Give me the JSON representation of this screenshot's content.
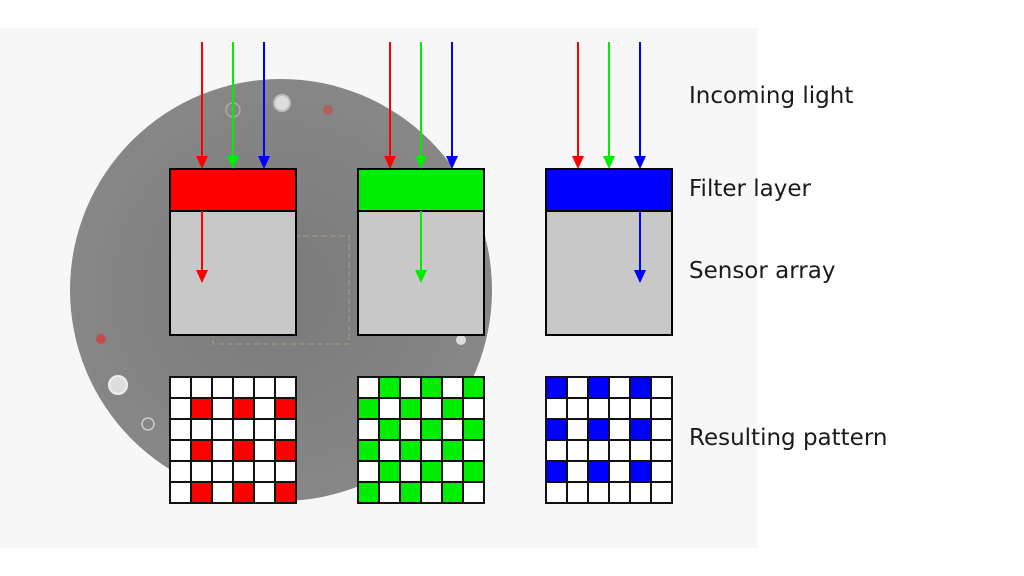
{
  "labels": {
    "incoming_light": "Incoming light",
    "filter_layer": "Filter layer",
    "sensor_array": "Sensor array",
    "resulting_pattern": "Resulting pattern"
  },
  "colors": {
    "red": "#ff0000",
    "green": "#00ee00",
    "blue": "#0000ff",
    "sensor": "#c8c8c8",
    "camera_body": "#808080",
    "background_photo": "#f7f7f7"
  },
  "columns": [
    {
      "name": "red",
      "filter_color": "#ff0000",
      "passed_light": "red",
      "pattern": [
        [
          0,
          0,
          0,
          0,
          0,
          0
        ],
        [
          0,
          1,
          0,
          1,
          0,
          1
        ],
        [
          0,
          0,
          0,
          0,
          0,
          0
        ],
        [
          0,
          1,
          0,
          1,
          0,
          1
        ],
        [
          0,
          0,
          0,
          0,
          0,
          0
        ],
        [
          0,
          1,
          0,
          1,
          0,
          1
        ]
      ]
    },
    {
      "name": "green",
      "filter_color": "#00ee00",
      "passed_light": "green",
      "pattern": [
        [
          0,
          1,
          0,
          1,
          0,
          1
        ],
        [
          1,
          0,
          1,
          0,
          1,
          0
        ],
        [
          0,
          1,
          0,
          1,
          0,
          1
        ],
        [
          1,
          0,
          1,
          0,
          1,
          0
        ],
        [
          0,
          1,
          0,
          1,
          0,
          1
        ],
        [
          1,
          0,
          1,
          0,
          1,
          0
        ]
      ]
    },
    {
      "name": "blue",
      "filter_color": "#0000ff",
      "passed_light": "blue",
      "pattern": [
        [
          1,
          0,
          1,
          0,
          1,
          0
        ],
        [
          0,
          0,
          0,
          0,
          0,
          0
        ],
        [
          1,
          0,
          1,
          0,
          1,
          0
        ],
        [
          0,
          0,
          0,
          0,
          0,
          0
        ],
        [
          1,
          0,
          1,
          0,
          1,
          0
        ],
        [
          0,
          0,
          0,
          0,
          0,
          0
        ]
      ]
    }
  ],
  "incoming_light_colors": [
    "red",
    "green",
    "blue"
  ]
}
